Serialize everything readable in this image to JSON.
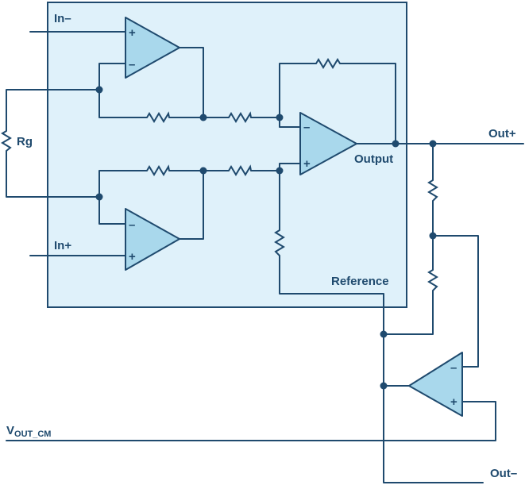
{
  "labels": {
    "in_minus": "In–",
    "in_plus": "In+",
    "rg": "Rg",
    "output": "Output",
    "reference": "Reference",
    "out_plus": "Out+",
    "out_minus": "Out–",
    "vout_main": "V",
    "vout_sub": "OUT_CM"
  },
  "signs": {
    "plus": "+",
    "minus": "–"
  },
  "colors": {
    "stroke": "#1f4a6e",
    "amp_fill": "#a9d8ec",
    "chip_fill": "#dff1fa"
  }
}
